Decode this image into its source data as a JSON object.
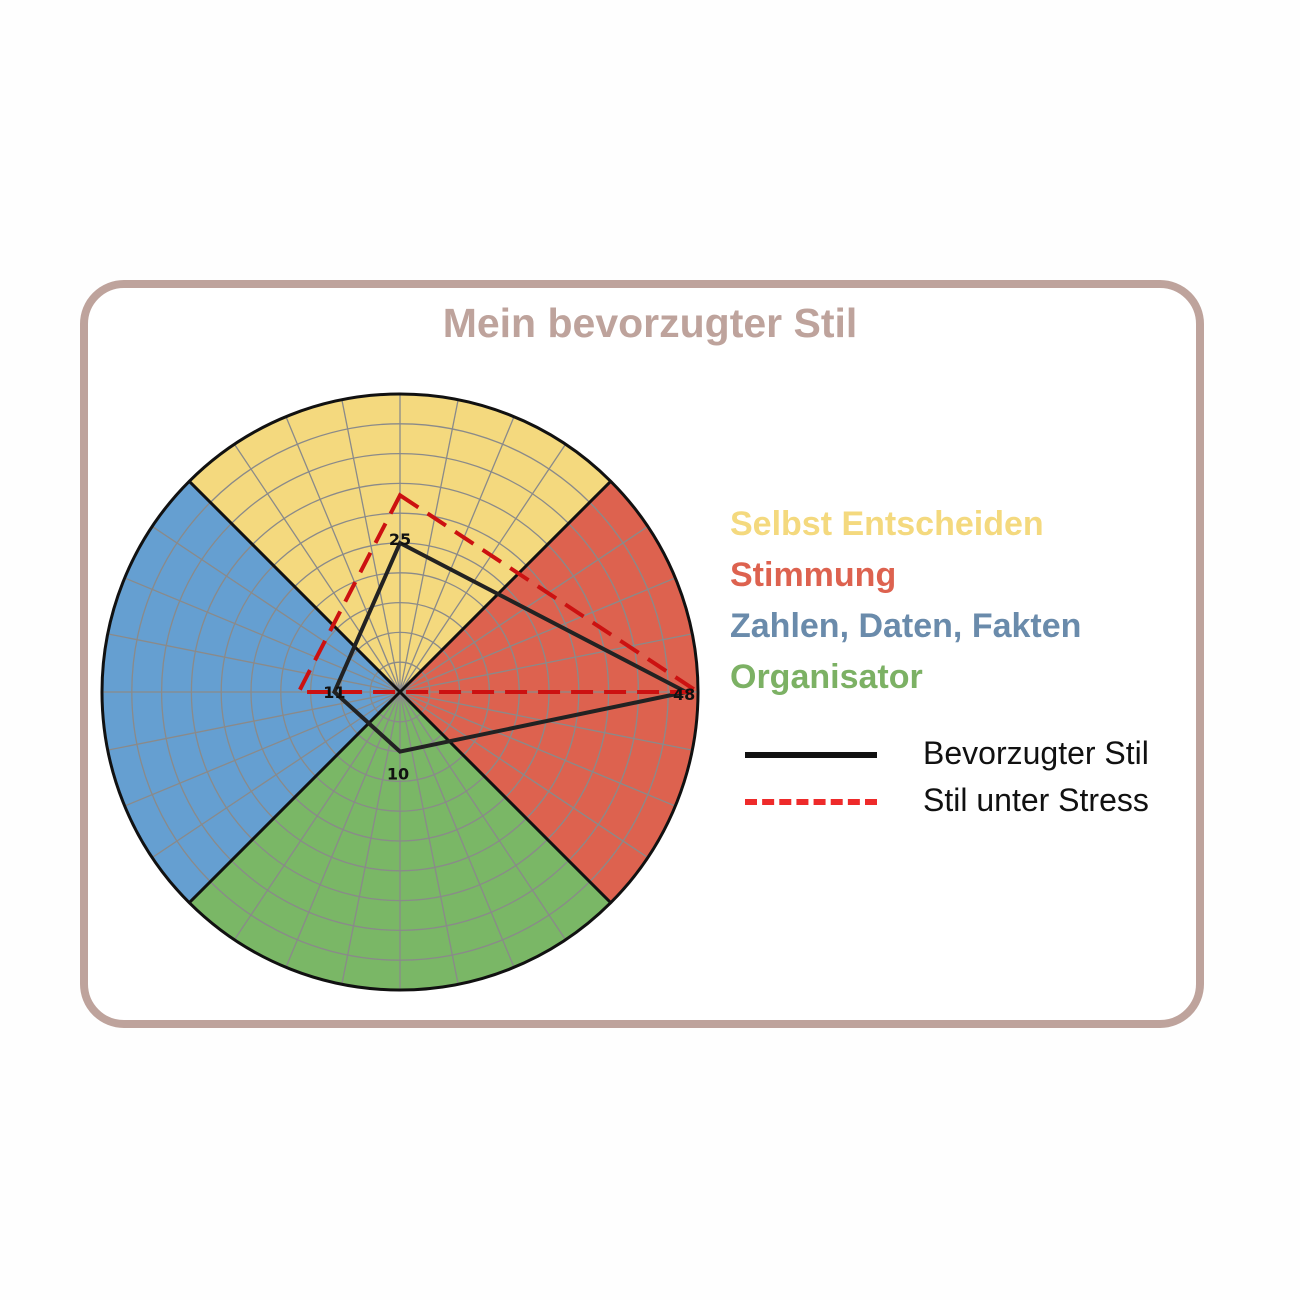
{
  "title": "Mein bevorzugter Stil",
  "chart_data": {
    "type": "radar",
    "title": "Mein bevorzugter Stil",
    "axes": [
      "Selbst Entscheiden",
      "Stimmung",
      "Organisator",
      "Zahlen, Daten, Fakten"
    ],
    "rmax": 50,
    "rings": 10,
    "series": [
      {
        "name": "Bevorzugter Stil",
        "values": [
          25,
          48,
          10,
          11
        ],
        "color": "#222222",
        "style": "solid"
      },
      {
        "name": "Stil unter Stress",
        "values": [
          33,
          50,
          0,
          17
        ],
        "color": "#cc1111",
        "style": "dashed"
      }
    ],
    "point_labels": [
      "25",
      "48",
      "10",
      "11"
    ],
    "sector_colors": [
      "#f4d97e",
      "#dd624f",
      "#7ab766",
      "#659fd1"
    ]
  },
  "categories": [
    {
      "label": "Selbst Entscheiden",
      "color": "#f4d97e"
    },
    {
      "label": "Stimmung",
      "color": "#dd624f"
    },
    {
      "label": "Zahlen, Daten, Fakten",
      "color": "#6a8bab"
    },
    {
      "label": "Organisator",
      "color": "#7cb164"
    }
  ],
  "legend": [
    {
      "label": "Bevorzugter Stil",
      "color": "#111111",
      "style": "solid"
    },
    {
      "label": "Stil unter Stress",
      "color": "#ee2a2a",
      "style": "dashed"
    }
  ]
}
